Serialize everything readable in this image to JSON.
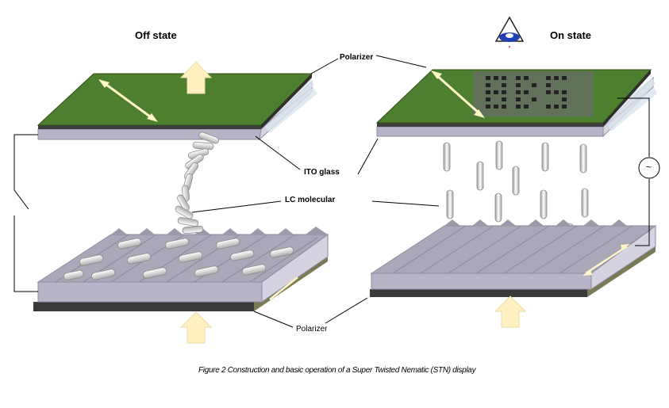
{
  "labels": {
    "off_state": "Off state",
    "on_state": "On state",
    "polarizer_top": "Polarizer",
    "ito_glass": "ITO glass",
    "lc_molecular": "LC molecular",
    "polarizer_bottom": "Polarizer",
    "ac_source": "~"
  },
  "caption": "Figure 2   Construction and basic operation of a Super Twisted Nematic (STN) display",
  "colors": {
    "polarizer_green": "#4e7f2e",
    "glass_lavender": "#b8b4c8",
    "grooves": "#9b98a8",
    "light_arrow": "#fff0c0",
    "wire": "#000000",
    "eye_blue": "#1f3fb3",
    "eye_red": "#cc2222"
  }
}
